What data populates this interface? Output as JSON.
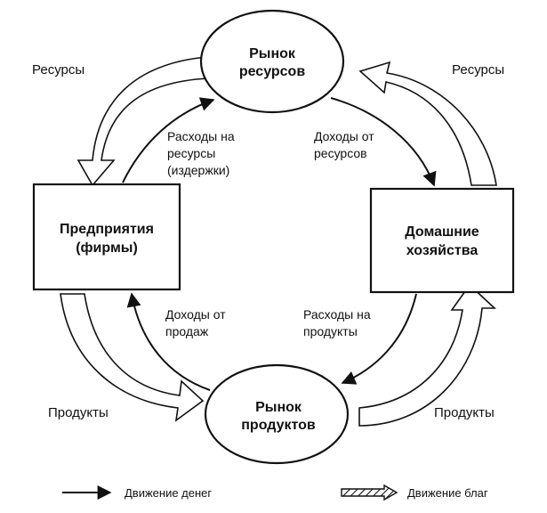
{
  "nodes": {
    "resource_market": [
      "Рынок",
      "ресурсов"
    ],
    "product_market": [
      "Рынок",
      "продуктов"
    ],
    "firms": [
      "Предприятия",
      "(фирмы)"
    ],
    "households": [
      "Домашние",
      "хозяйства"
    ]
  },
  "flows": {
    "resources_left": "Ресурсы",
    "resources_right": "Ресурсы",
    "products_left": "Продукты",
    "products_right": "Продукты",
    "resource_costs": [
      "Расходы на",
      "ресурсы",
      "(издержки)"
    ],
    "resource_income": [
      "Доходы от",
      "ресурсов"
    ],
    "sales_income": [
      "Доходы от",
      "продаж"
    ],
    "product_spending": [
      "Расходы на",
      "продукты"
    ]
  },
  "legend": {
    "money": "Движение денег",
    "goods": "Движение благ"
  }
}
